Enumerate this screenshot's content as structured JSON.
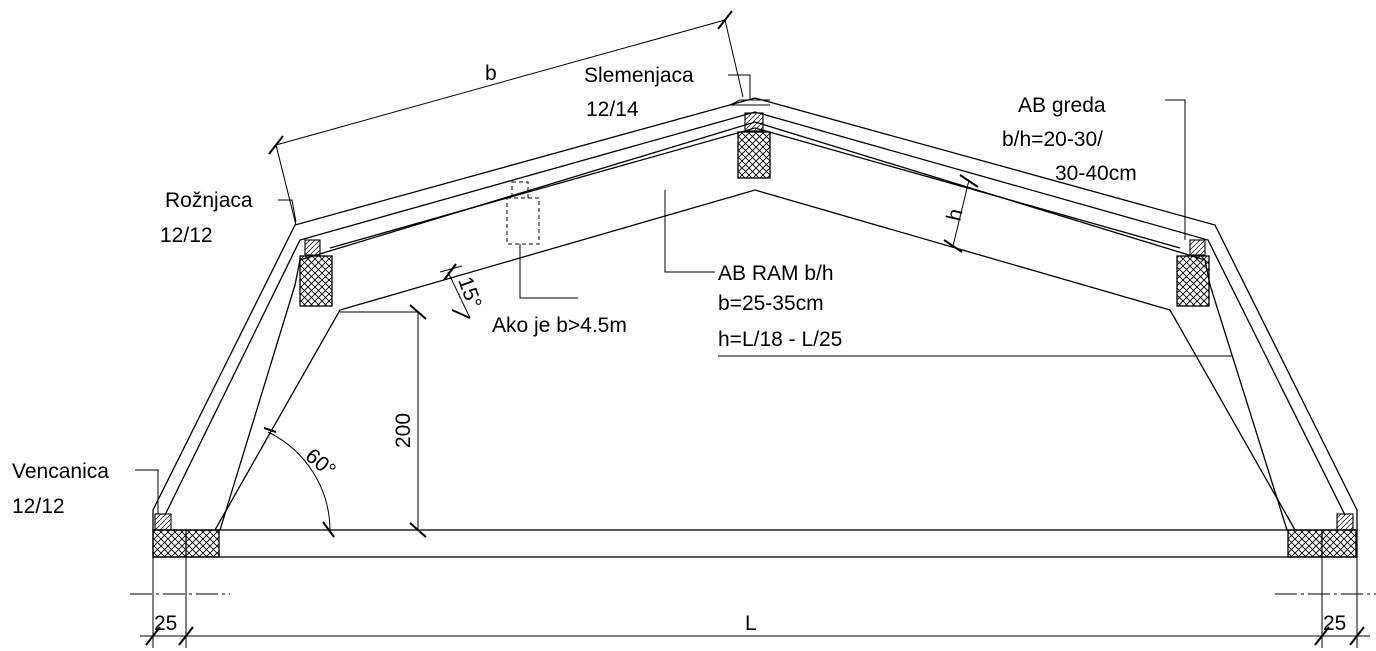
{
  "labels": {
    "slemenjaca_name": "Slemenjaca",
    "slemenjaca_size": "12/14",
    "ab_greda_name": "AB greda",
    "ab_greda_dim1": "b/h=20-30/",
    "ab_greda_dim2": "30-40cm",
    "roznjaca_name": "Rožnjaca",
    "roznjaca_size": "12/12",
    "vencanica_name": "Vencanica",
    "vencanica_size": "12/12",
    "ab_ram_title": "AB RAM b/h",
    "ab_ram_b": "b=25-35cm",
    "ab_ram_h": "h=L/18 - L/25",
    "ako_note": "Ako je b>4.5m"
  },
  "dimensions": {
    "b": "b",
    "h": "h",
    "height": "200",
    "angle_60": "60°",
    "angle_15": "15°",
    "span": "L",
    "edge_left": "25",
    "edge_right": "25"
  }
}
